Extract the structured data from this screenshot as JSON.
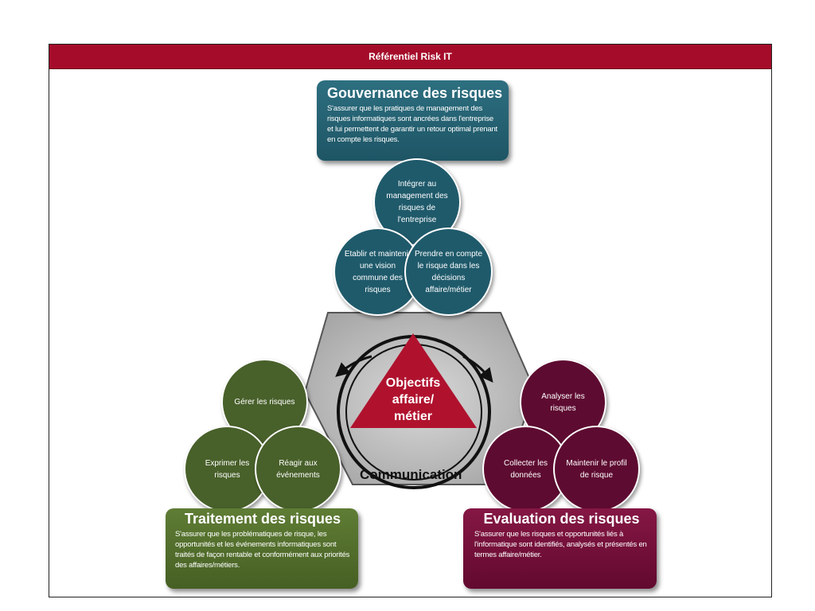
{
  "header": {
    "title": "Référentiel Risk IT"
  },
  "governance": {
    "title": "Gouvernance des risques",
    "description": "S'assurer que les pratiques de management des risques informatiques sont ancrées dans l'entreprise et lui permettent de garantir un retour optimal prenant en compte les risques.",
    "circles": [
      "Intégrer au management des risques de l'entreprise",
      "Etablir et maintenir une vision commune des risques",
      "Prendre en compte le risque dans les décisions affaire/métier"
    ],
    "color": "#1f5a6b"
  },
  "treatment": {
    "title": "Traitement des risques",
    "description": "S'assurer que les problématiques de risque, les opportunités et les événements informatiques sont traités de façon rentable et conformément aux priorités des affaires/métiers.",
    "circles": [
      "Gérer les risques",
      "Exprimer les risques",
      "Réagir aux événements"
    ],
    "color": "#48602a"
  },
  "evaluation": {
    "title": "Evaluation des risques",
    "description": "S'assurer que les risques et opportunités liés à l'informatique sont identifiés, analysés et présentés en termes affaire/métier.",
    "circles": [
      "Analyser les risques",
      "Collecter les données",
      "Maintenir le profil de risque"
    ],
    "color": "#5e0b31"
  },
  "center": {
    "label": "Objectifs affaire/ métier",
    "color": "#b0122e"
  },
  "communication": "Communication"
}
